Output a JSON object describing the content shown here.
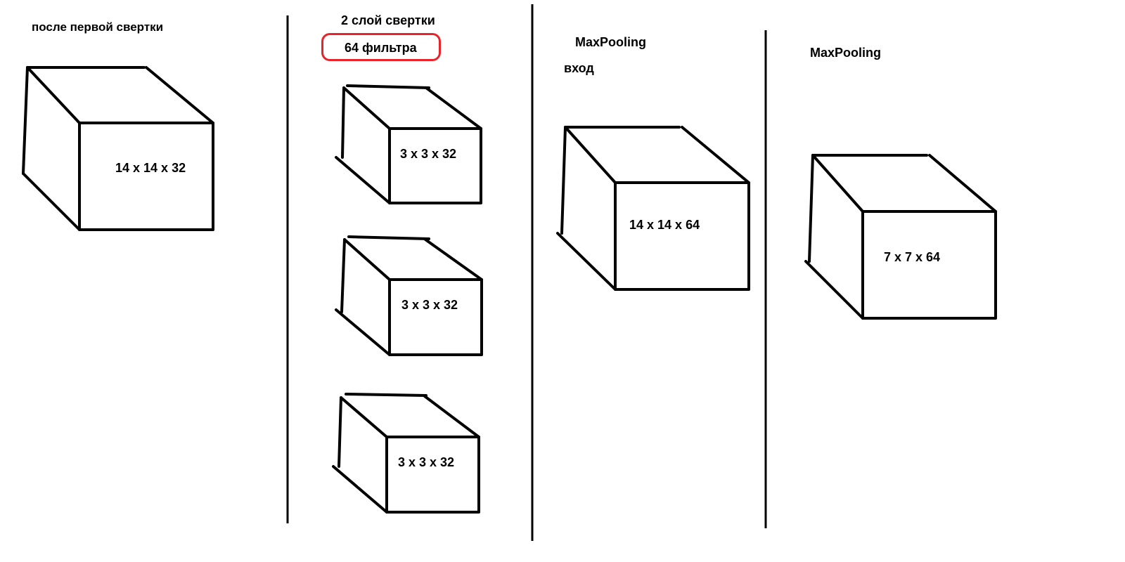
{
  "colors": {
    "background": "#ffffff",
    "stroke": "#000000",
    "highlight": "#e8232a"
  },
  "section1": {
    "title": "после первой свертки",
    "cube_label": "14 x 14 x 32"
  },
  "section2": {
    "title": "2 слой свертки",
    "highlight_label": "64 фильтра",
    "filter_labels": [
      "3 x 3 x 32",
      "3 x 3 x 32",
      "3 x 3 x 32"
    ]
  },
  "section3": {
    "title": "MaxPooling",
    "subtitle": "вход",
    "cube_label": "14 x 14 x 64"
  },
  "section4": {
    "title": "MaxPooling",
    "cube_label": "7 x 7 x 64"
  }
}
